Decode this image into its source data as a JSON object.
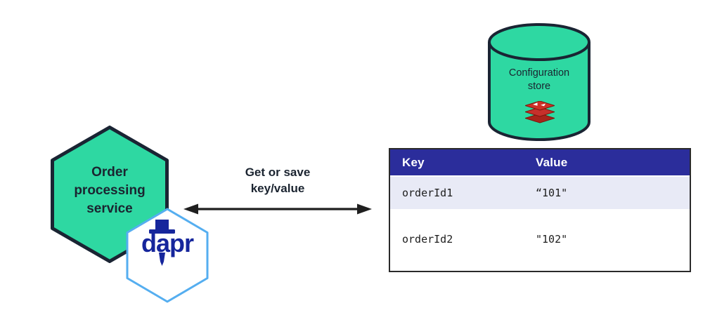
{
  "colors": {
    "node_green": "#2ED8A2",
    "node_outline": "#1A2433",
    "dapr_hex_border": "#55AEF0",
    "dapr_wordmark_blue": "#16269C",
    "arrow_black": "#1F1F1F",
    "table_header_bg": "#2B2D9B",
    "table_alt_row_bg": "#E8EAF6",
    "redis_red": "#C6302B",
    "text_dark": "#1B2430"
  },
  "service_node": {
    "label_lines": [
      "Order",
      "processing",
      "service"
    ]
  },
  "dapr_node": {
    "wordmark": "dapr"
  },
  "arrow": {
    "label_lines": [
      "Get or save",
      "key/value"
    ]
  },
  "config_store": {
    "label_lines": [
      "Configuration",
      "store"
    ],
    "icon": "redis-icon"
  },
  "kv_table": {
    "headers": [
      "Key",
      "Value"
    ],
    "rows": [
      {
        "key": "orderId1",
        "value": "“101\""
      },
      {
        "key": "orderId2",
        "value": "\"102\""
      }
    ]
  }
}
